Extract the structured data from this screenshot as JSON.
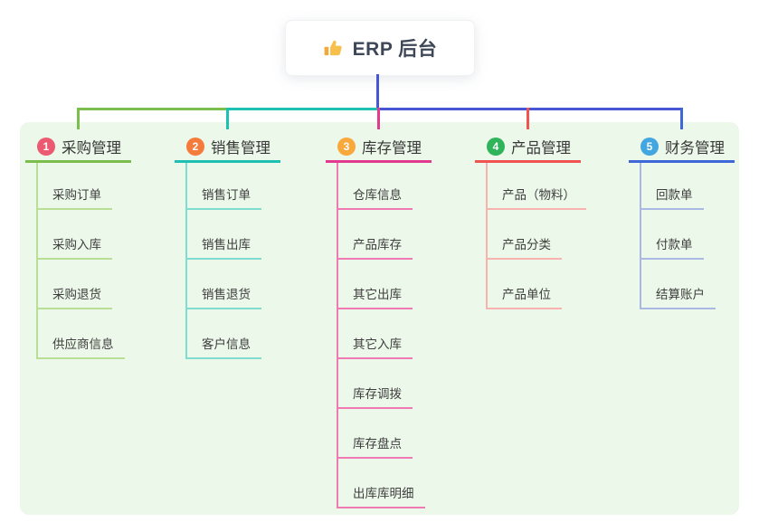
{
  "root": {
    "label": "ERP 后台",
    "icon": "thumbs-up-icon",
    "icon_color": "#f7c04a",
    "line_color": "#4656d5"
  },
  "panel": {
    "background": "#ecf8e9"
  },
  "connector": {
    "segment_colors": [
      "#7cbe4d",
      "#1ec0b2",
      "#4656d5"
    ],
    "drop_colors": [
      "#7cbe4d",
      "#1ec0b2",
      "#e23a8e",
      "#f05352",
      "#3e68d8"
    ]
  },
  "branches": [
    {
      "index": "1",
      "label": "采购管理",
      "badge_color": "#eb5a70",
      "line_color": "#7cbe4d",
      "light_color": "#b9df97",
      "items": [
        "采购订单",
        "采购入库",
        "采购退货",
        "供应商信息"
      ]
    },
    {
      "index": "2",
      "label": "销售管理",
      "badge_color": "#f57b3c",
      "line_color": "#1ec0b2",
      "light_color": "#7edcd0",
      "items": [
        "销售订单",
        "销售出库",
        "销售退货",
        "客户信息"
      ]
    },
    {
      "index": "3",
      "label": "库存管理",
      "badge_color": "#f9a83b",
      "line_color": "#e23a8e",
      "light_color": "#f07ab4",
      "items": [
        "仓库信息",
        "产品库存",
        "其它出库",
        "其它入库",
        "库存调拨",
        "库存盘点",
        "出库库明细"
      ]
    },
    {
      "index": "4",
      "label": "产品管理",
      "badge_color": "#2fb45a",
      "line_color": "#f05352",
      "light_color": "#f8b3b1",
      "items": [
        "产品（物料）",
        "产品分类",
        "产品单位"
      ]
    },
    {
      "index": "5",
      "label": "财务管理",
      "badge_color": "#43a6e0",
      "line_color": "#3e68d8",
      "light_color": "#a9b9e3",
      "items": [
        "回款单",
        "付款单",
        "结算账户"
      ]
    }
  ]
}
